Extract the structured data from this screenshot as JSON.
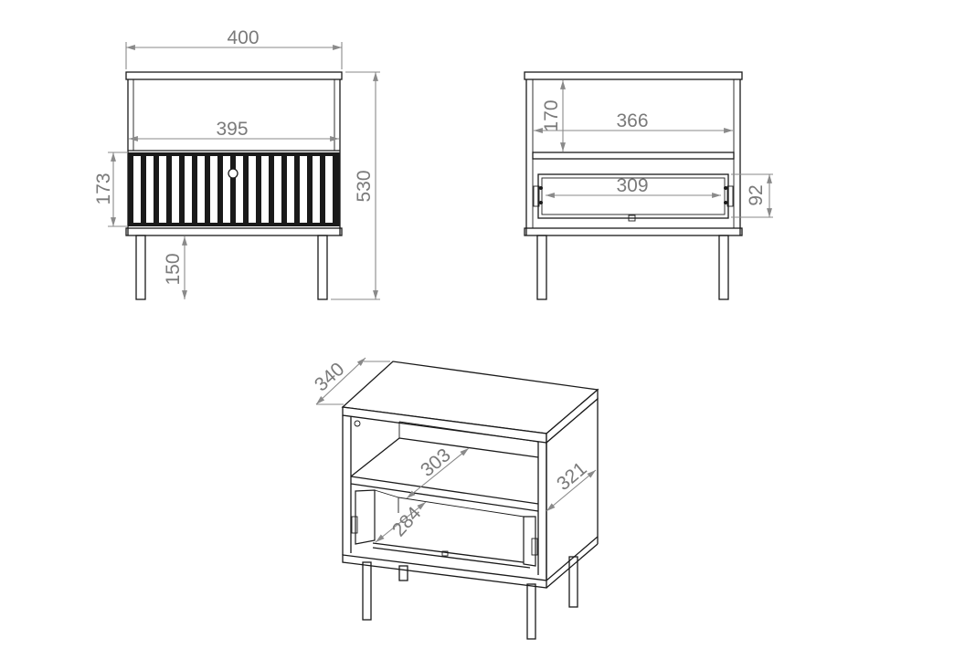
{
  "diagram": {
    "front_view": {
      "overall_width": "400",
      "inner_width": "395",
      "drawer_front_height": "173",
      "total_height": "530",
      "leg_height": "150"
    },
    "open_front_view": {
      "shelf_opening_height": "170",
      "inner_width": "366",
      "drawer_box_width": "309",
      "drawer_box_height": "92"
    },
    "isometric_view": {
      "depth": "340",
      "shelf_depth": "303",
      "side_depth": "321",
      "drawer_depth": "284"
    }
  }
}
